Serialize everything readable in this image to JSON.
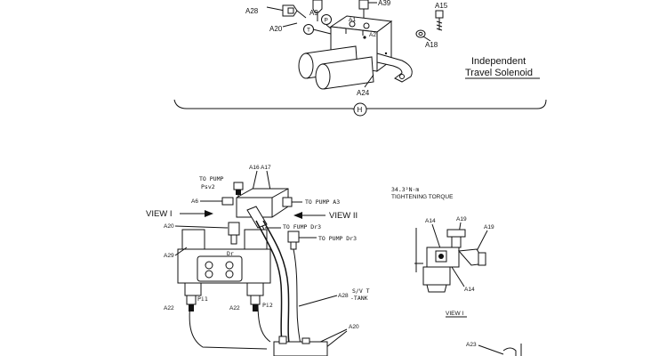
{
  "top_assembly": {
    "labels": {
      "a28": "A28",
      "a9": "A9",
      "a39": "A39",
      "a15": "A15",
      "a1": "A1",
      "a2": "A2",
      "p": "P",
      "a20": "A20",
      "t": "T",
      "a18": "A18",
      "a24": "A24"
    },
    "caption_line1": "Independent",
    "caption_line2": "Travel Solenoid",
    "circle_label": "H"
  },
  "bottom_assembly": {
    "labels": {
      "to_pump_psv2_line1": "TO PUMP",
      "to_pump_psv2_line2": "Psv2",
      "a16_a17": "A16 A17",
      "a6": "A6",
      "to_pump_a3": "TO PUMP A3",
      "view_1": "VIEW I",
      "view_2": "VIEW II",
      "a20_left": "A20",
      "to_pump_dr3_a": "TO FUMP Dr3",
      "to_pump_dr3_b": "TO PUMP Dr3",
      "dr": "Dr",
      "a29": "A29",
      "a28": "A28",
      "sv_t_line1": "S/V T",
      "sv_t_line2": "-TANK",
      "a22_left": "A22",
      "pi1": "Pi1",
      "a22_mid": "A22",
      "pi2": "Pi2",
      "a20_bottom": "A20"
    }
  },
  "detail_view": {
    "torque_value": "34.3²N·m",
    "torque_label": "TIGHTENING TORQUE",
    "labels": {
      "a14_top": "A14",
      "a19_top": "A19",
      "a19_right": "A19",
      "a14_bottom": "A14",
      "a23": "A23"
    },
    "view_caption": "VIEW I"
  }
}
